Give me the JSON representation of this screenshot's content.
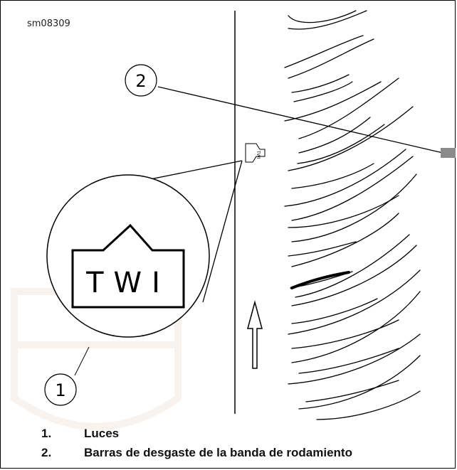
{
  "figure": {
    "id_label": "sm08309",
    "callouts": [
      "1",
      "2"
    ],
    "marker_text": "TWI"
  },
  "legend": [
    {
      "num": "1.",
      "text": "Luces"
    },
    {
      "num": "2.",
      "text": "Barras de desgaste de la banda de rodamiento"
    }
  ]
}
